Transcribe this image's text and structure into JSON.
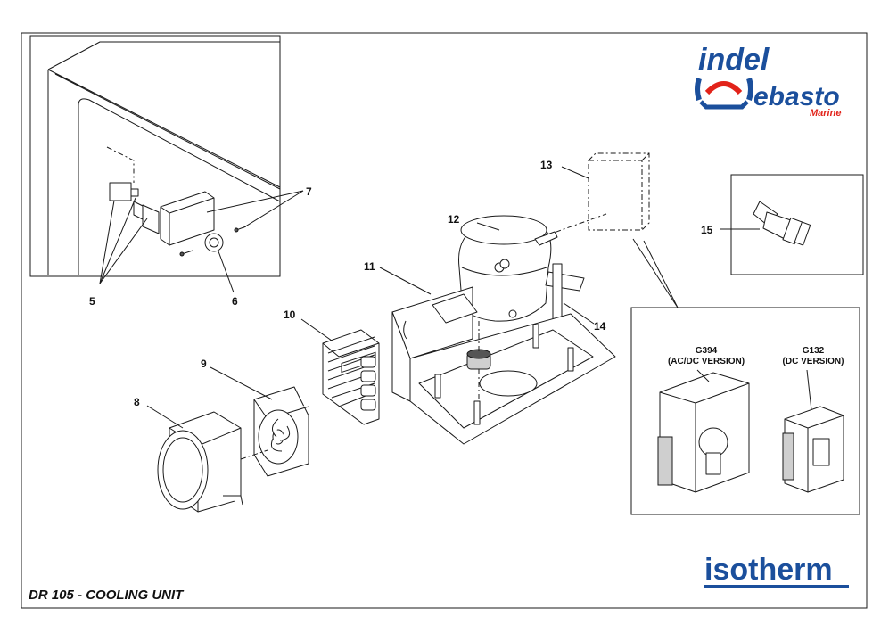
{
  "title": "DR 105 - COOLING UNIT",
  "brands": {
    "indel": "indel",
    "webasto": "ebasto",
    "marine": "Marine",
    "isotherm": "isotherm"
  },
  "colors": {
    "brand_blue": "#1b4f9c",
    "brand_red": "#e2231a",
    "line": "#1a1a1a"
  },
  "callouts": [
    "5",
    "6",
    "7",
    "8",
    "9",
    "10",
    "11",
    "12",
    "13",
    "14",
    "15"
  ],
  "modules": [
    {
      "code": "G394",
      "version": "(AC/DC VERSION)"
    },
    {
      "code": "G132",
      "version": "(DC VERSION)"
    }
  ],
  "icons": {
    "webasto_mark": "webasto-w-icon",
    "isotherm_underline": "isotherm-underline-icon"
  }
}
